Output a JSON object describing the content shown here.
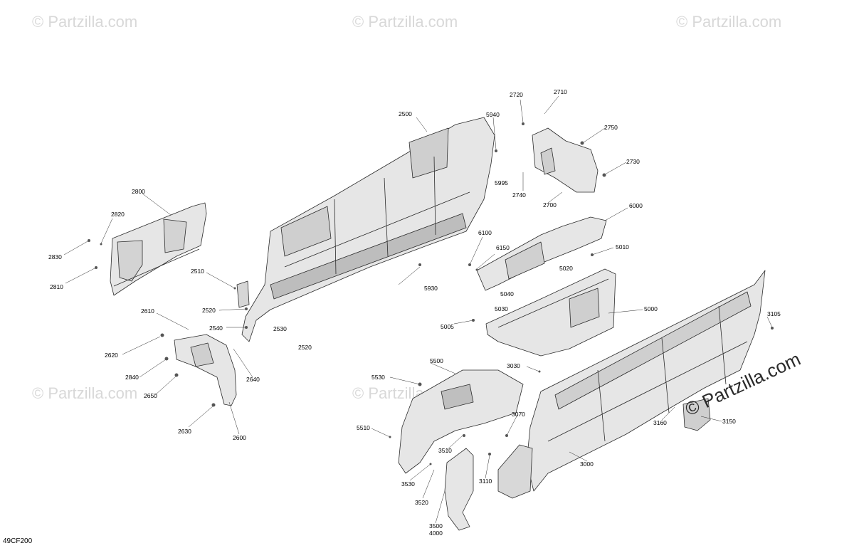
{
  "diagram": {
    "code": "49CF200",
    "watermark": "© Partzilla.com",
    "watermark_main": "© Partzilla.com",
    "callouts": [
      "2500",
      "5940",
      "5995",
      "2720",
      "2710",
      "2750",
      "2730",
      "2740",
      "2700",
      "2800",
      "2820",
      "2830",
      "2810",
      "6000",
      "6100",
      "6150",
      "5010",
      "5020",
      "5040",
      "5030",
      "5000",
      "5005",
      "2510",
      "2520",
      "2540",
      "2530",
      "2610",
      "2620",
      "2840",
      "2650",
      "2640",
      "2630",
      "2600",
      "5930",
      "3105",
      "5500",
      "5530",
      "3030",
      "5510",
      "3510",
      "3070",
      "3530",
      "3520",
      "3500",
      "4000",
      "3110",
      "3000",
      "3160",
      "3150"
    ]
  },
  "colors": {
    "line": "#2b2b2b",
    "fill": "#e6e6e6",
    "shade": "#bdbdbd",
    "watermark": "#d8d8d8"
  }
}
